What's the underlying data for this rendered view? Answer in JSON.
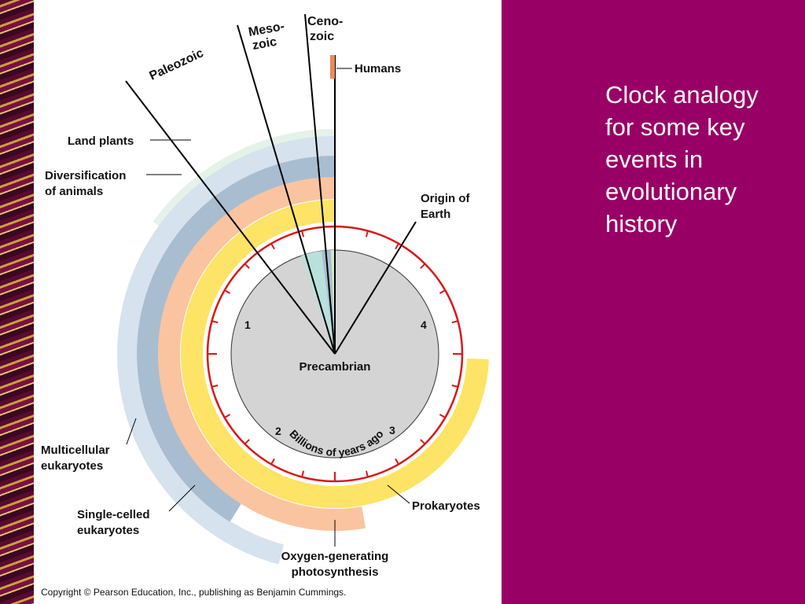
{
  "caption": "Clock analogy for some key events in evolutionary history",
  "copyright": "Copyright © Pearson Education, Inc., publishing as Benjamin Cummings.",
  "eras": {
    "paleozoic": "Paleozoic",
    "mesozoic_1": "Meso-",
    "mesozoic_2": "zoic",
    "cenozoic_1": "Ceno-",
    "cenozoic_2": "zoic",
    "precambrian": "Precambrian"
  },
  "clock": {
    "center_label": "Billions of years ago",
    "numbers": [
      "1",
      "2",
      "3",
      "4"
    ]
  },
  "events": {
    "humans": "Humans",
    "land_plants": "Land plants",
    "diversification_1": "Diversification",
    "diversification_2": "of animals",
    "origin_1": "Origin of",
    "origin_2": "Earth",
    "multicellular_1": "Multicellular",
    "multicellular_2": "eukaryotes",
    "single_celled_1": "Single-celled",
    "single_celled_2": "eukaryotes",
    "prokaryotes": "Prokaryotes",
    "oxygen_1": "Oxygen-generating",
    "oxygen_2": "photosynthesis"
  },
  "colors": {
    "background": "#990066",
    "prokaryotes_band": "#FDE466",
    "oxygen_band": "#FBC4A0",
    "single_celled_band": "#A9BDD0",
    "multicellular_band": "#D6E2EE",
    "animals_band": "#1AA0E6",
    "land_plants_band": "#E4F2E8",
    "clock_ring": "#D7191C",
    "precambrian_face": "#D4D4D4"
  }
}
